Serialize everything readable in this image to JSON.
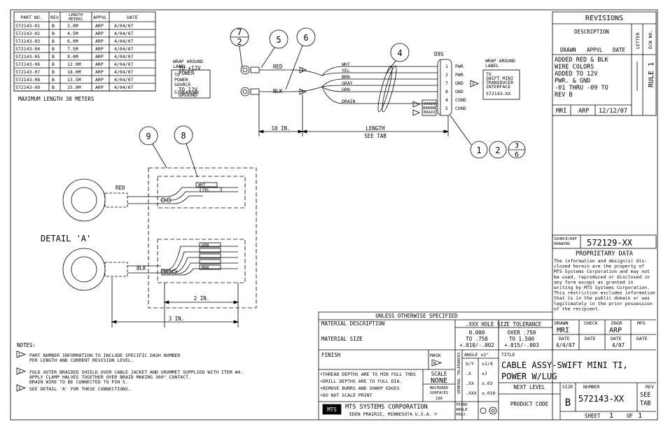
{
  "dash_table": {
    "headers": [
      "PART NO.",
      "REV",
      "LENGTH METERS",
      "APPVL",
      "DATE"
    ],
    "rows": [
      [
        "572143-01",
        "B",
        "3.0M",
        "ARP",
        "4/04/07"
      ],
      [
        "572143-02",
        "B",
        "4.5M",
        "ARP",
        "4/04/07"
      ],
      [
        "572143-03",
        "B",
        "6.0M",
        "ARP",
        "4/04/07"
      ],
      [
        "572143-04",
        "B",
        "7.5M",
        "ARP",
        "4/04/07"
      ],
      [
        "572143-05",
        "B",
        "9.0M",
        "ARP",
        "4/04/07"
      ],
      [
        "572143-06",
        "B",
        "12.0M",
        "ARP",
        "4/04/07"
      ],
      [
        "572143-07",
        "B",
        "18.0M",
        "ARP",
        "4/04/07"
      ],
      [
        "572143-08",
        "B",
        "13.5M",
        "ARP",
        "4/04/07"
      ],
      [
        "572143-09",
        "B",
        "15.0M",
        "ARP",
        "4/04/07"
      ]
    ],
    "max_length_note": "MAXIMUM LENGTH 30 METERS"
  },
  "schematic": {
    "balloon_7_over_2": [
      "7",
      "2"
    ],
    "balloon_5": "5",
    "balloon_6": "6",
    "balloon_4": "4",
    "balloon_1": "1",
    "balloon_2": "2",
    "balloon_3_over_6": [
      "3",
      "6"
    ],
    "to_power": [
      "TO +12V",
      "POWER"
    ],
    "to_ground": [
      "TO 12V",
      "GROUND"
    ],
    "red": "RED",
    "blk": "BLK",
    "left_label": [
      "WRAP AROUND",
      "LABEL"
    ],
    "left_label_box": [
      "TO",
      "POWER",
      "SOURCE",
      "572143-XX"
    ],
    "right_label": [
      "WRAP AROUND",
      "LABEL"
    ],
    "right_label_box": [
      "TO",
      "SWIFT MINI",
      "TRANSDUCER",
      "INTERFACE",
      "572143-XX"
    ],
    "connector": "D9S",
    "wires": [
      "WHT",
      "YEL",
      "BRN",
      "GRAY",
      "GRN",
      "DRAIN"
    ],
    "pins": [
      "1",
      "2",
      "7",
      "8",
      "4",
      "5"
    ],
    "pin_functions": [
      "PWR",
      "PWR",
      "GND",
      "GND",
      "COND",
      "COND"
    ],
    "drain_label": "DRAIN",
    "braid_label": "BRAID",
    "dim_10": "10 IN.",
    "length": [
      "LENGTH",
      "SEE TAB"
    ]
  },
  "detail": {
    "balloon_9": "9",
    "balloon_8": "8",
    "title": "DETAIL 'A'",
    "red": "RED",
    "blk": "BLK",
    "wht": "WHT",
    "yel": "YEL",
    "grn": "GRN",
    "brn": "BRN",
    "dim_2": "2 IN.",
    "dim_3": "3 IN."
  },
  "notes": {
    "heading": "NOTES:",
    "items": [
      {
        "num": "1",
        "lines": [
          "PART NUMBER INFORMATION TO INCLUDE SPECIFIC DASH NUMBER",
          "PER LENGTH AND CURRENT REVISION LEVEL."
        ]
      },
      {
        "num": "2",
        "lines": [
          "FOLD OUTER BRAIDED SHIELD OVER CABLE JACKET AND GROMMET SUPPLIED WITH ITEM #4.",
          "APPLY CLAMP HALVES TOGETHER OVER BRAID MAKING 360° CONTACT.",
          "DRAIN WIRE TO BE CONNECTED TO PIN 5."
        ]
      },
      {
        "num": "3",
        "lines": [
          "SEE DETAIL 'A' FOR THESE CONNECTIONS."
        ]
      }
    ]
  },
  "revisions": {
    "title": "REVISIONS",
    "description": "DESCRIPTION",
    "letter": "LETTER",
    "ecn": "ECN NO.",
    "drawn": "DRAWN",
    "appvl": "APPVL",
    "date": "DATE",
    "body": [
      "ADDED RED & BLK",
      "WIRE COLORS",
      "ADDED TO 12V",
      "PWR. & GND",
      "-01 THRU -09 TO",
      "REV B"
    ],
    "sig": [
      "MRI",
      "ARP",
      "12/12/07"
    ],
    "ecn_value": "RULE 1"
  },
  "title_block": {
    "source_ref_label": [
      "SOURCE/REF",
      "DRAWING"
    ],
    "source_ref": "572129-XX",
    "proprietary_title": "PROPRIETARY DATA",
    "proprietary_text": [
      "The information and design(s) dis-",
      "closed herein are the property of",
      "MTS Systems Corporation and may not",
      "be used, reproduced or disclosed in",
      "any form except as granted in",
      "writing by MTS Systems Corporation.",
      "This restriction excludes information",
      "that is in the public domain or was",
      "legitimately in the prior possession",
      "of the recipient."
    ],
    "unless": "UNLESS OTHERWISE SPECIFIED",
    "material_desc": "MATERIAL DESCRIPTION",
    "material_size": "MATERIAL SIZE",
    "finish": "FINISH",
    "mask": "MASK",
    "hole_tol": ".XXX HOLE SIZE TOLERANCE",
    "tol_a": [
      "0.000",
      "TO .750",
      "+.010/-.002"
    ],
    "tol_b": [
      "OVER .750",
      "TO 1.500",
      "+.015/-.003"
    ],
    "angle": "ANGLE ±2°",
    "general_tol": "GENERAL TOLERANCES",
    "tol_rows": [
      [
        "X/Y",
        "±1/4"
      ],
      [
        ".X",
        "±J"
      ],
      [
        ".XX",
        "±.03"
      ],
      [
        ".XXX",
        "±.010"
      ]
    ],
    "bullets": [
      "•THREAD DEPTHS ARE TO MIN FULL THDS",
      "•DRILL DEPTHS ARE TO FULL DIA.",
      "•REMOVE BURRS AND SHARP EDGES",
      "•DO NOT SCALE PRINT"
    ],
    "scale_label": "SCALE",
    "scale": "NONE",
    "machined": [
      "MACHINED",
      "SURFACES",
      "180"
    ],
    "company": "MTS SYSTEMS CORPORATION",
    "city": "EDEN PRAIRIE, MINNESOTA U.S.A. ©",
    "logo": "MTS",
    "third_angle": [
      "THIRD",
      "ANGLE",
      "PROJ."
    ],
    "drawn_label": "DRAWN",
    "drawn": "MRI",
    "check_label": "CHECK",
    "engr_label": "ENGR",
    "engr": "ARP",
    "mfg_label": "MFG",
    "date_label": "DATE",
    "drawn_date": "4/4/07",
    "engr_date": "4/07",
    "title_label": "TITLE",
    "title": [
      "CABLE ASSY-SWIFT MINI TI,",
      "POWER W/LUG"
    ],
    "next_level": "NEXT LEVEL",
    "product_code": "PRODUCT CODE",
    "size_label": "SIZE",
    "size": "B",
    "number_label": "NUMBER",
    "number": "572143-XX",
    "rev_label": "REV",
    "rev": [
      "SEE",
      "TAB"
    ],
    "sheet_label": "SHEET",
    "sheet": "1",
    "of_label": "OF",
    "of": "1"
  }
}
